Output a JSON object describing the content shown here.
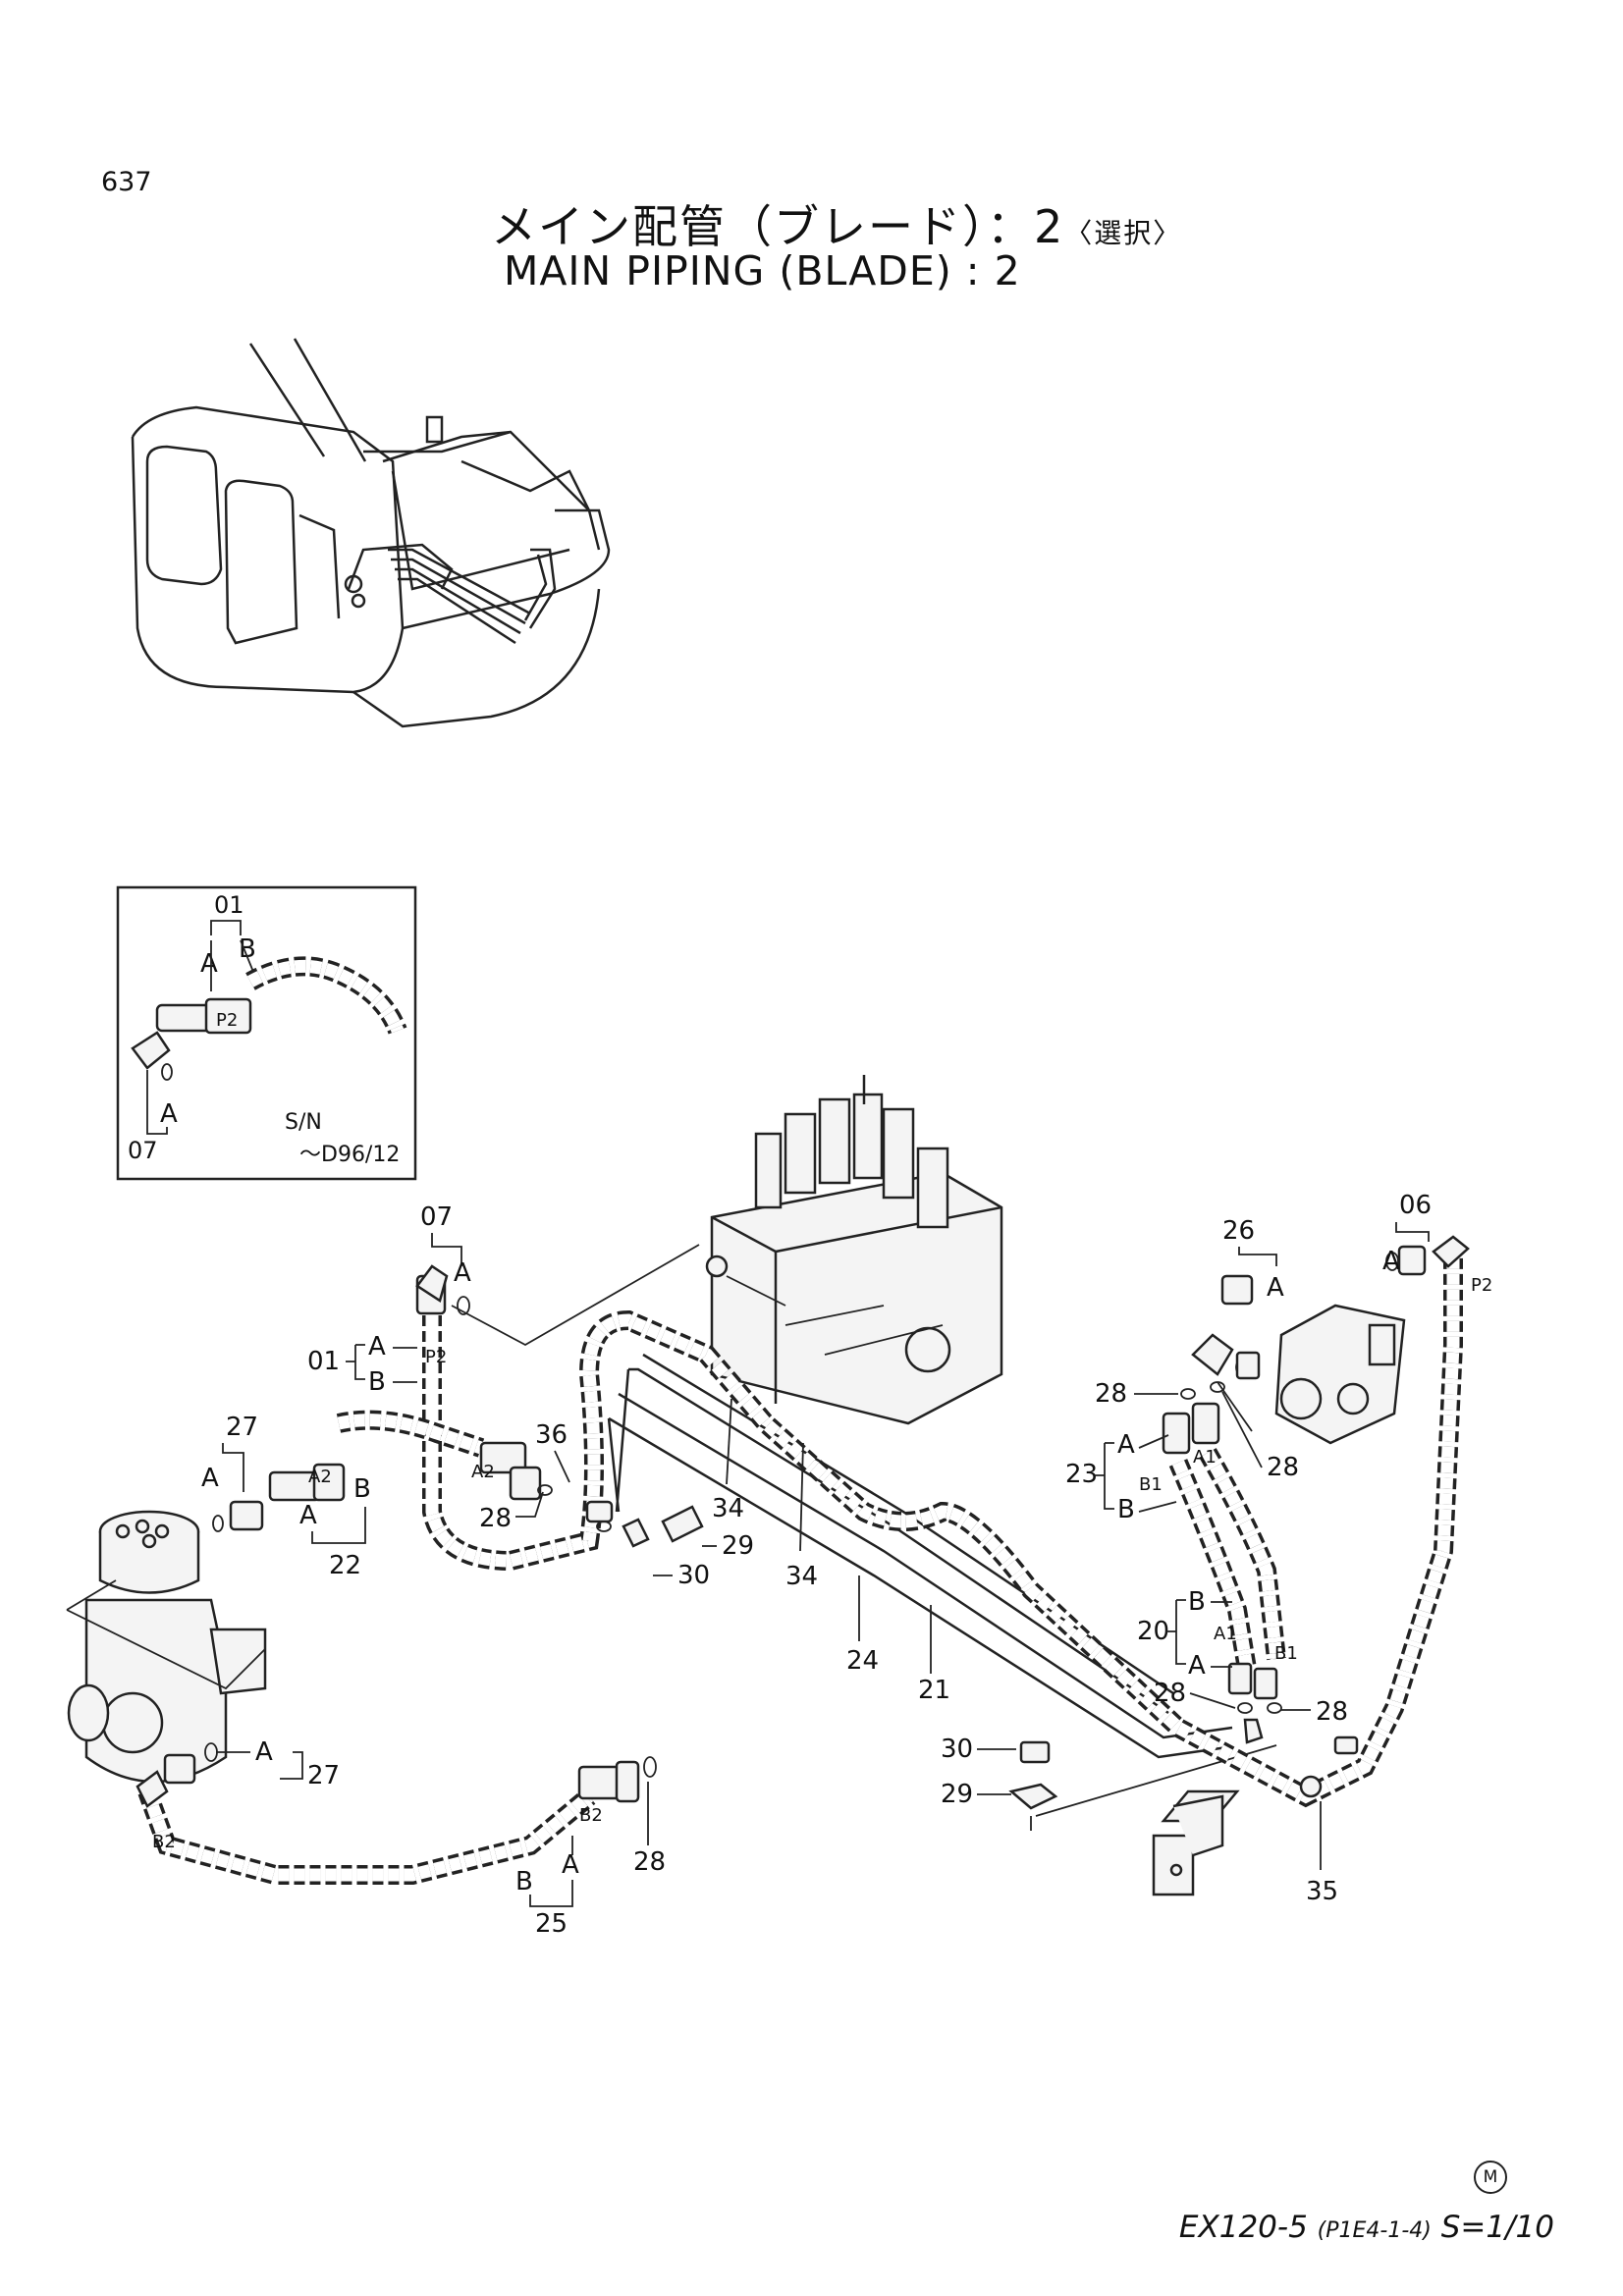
{
  "header": {
    "page_number": "637",
    "title_jp": "メイン配管（ブレード）：2",
    "title_jp_option": "〈選択〉",
    "title_en": "MAIN PIPING (BLADE) : 2"
  },
  "footer": {
    "model": "EX120-5",
    "code": "(P1E4-1-4)",
    "scale": "S=1/10",
    "mark": "M"
  },
  "inset": {
    "labels": {
      "part_01": "01",
      "part_07": "07",
      "a_top": "A",
      "b_top": "B",
      "port": "P2",
      "a_bottom": "A"
    },
    "serial_label": "S/N",
    "serial_range": "～D96/12"
  },
  "callouts": {
    "c06": "06",
    "c07": "07",
    "c01": "01",
    "c27a": "27",
    "c27b": "27",
    "c22": "22",
    "c36": "36",
    "c28a": "28",
    "c34a": "34",
    "c34b": "34",
    "c29a": "29",
    "c30a": "30",
    "c24": "24",
    "c21": "21",
    "c26": "26",
    "c28b": "28",
    "c28c": "28",
    "c23": "23",
    "c20": "20",
    "c28d": "28",
    "c28e": "28",
    "c30b": "30",
    "c29b": "29",
    "c35": "35",
    "c25": "25",
    "c28f": "28"
  },
  "letters": {
    "A": "A",
    "B": "B",
    "P2": "P2",
    "A2": "A2",
    "B2": "B2",
    "A1": "A1",
    "B1": "B1"
  }
}
